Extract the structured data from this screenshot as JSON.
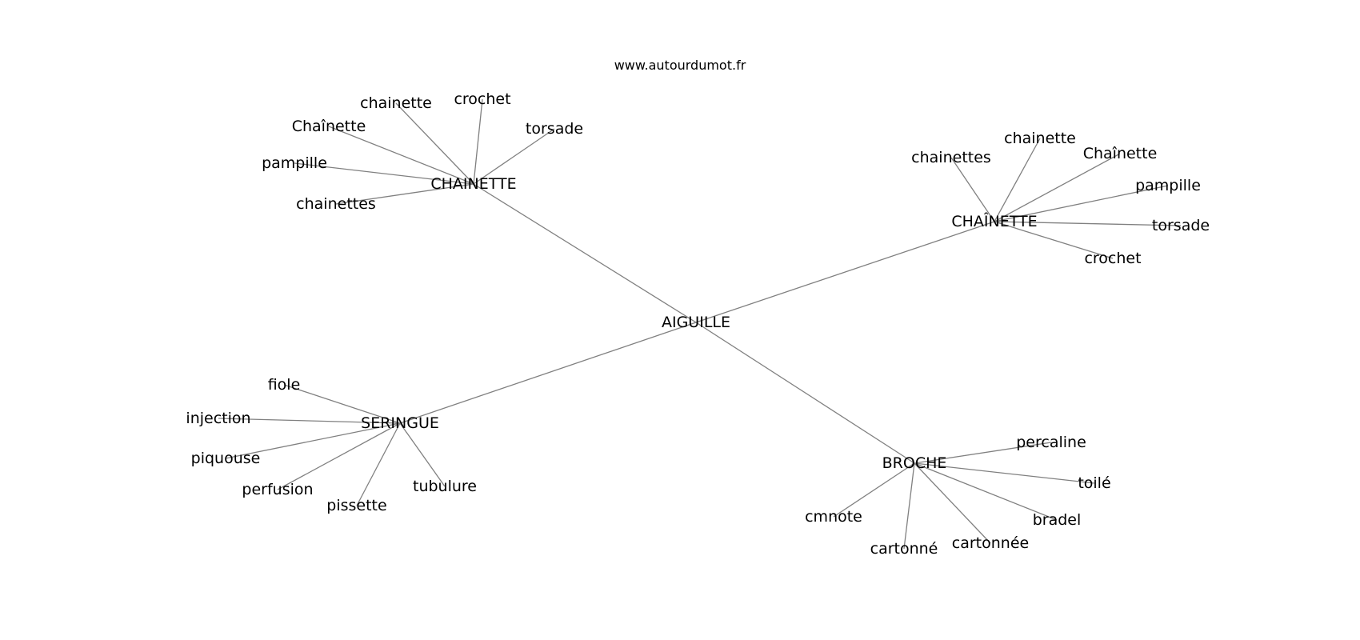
{
  "site_url": "www.autourdumot.fr",
  "graph": {
    "edge_color": "#808080",
    "root": "AIGUILLE",
    "clusters": [
      {
        "label": "CHAINETTE",
        "leaves": [
          "chainette",
          "crochet",
          "torsade",
          "Chaînette",
          "pampille",
          "chainettes"
        ]
      },
      {
        "label": "CHAÎNETTE",
        "leaves": [
          "chainettes",
          "chainette",
          "Chaînette",
          "pampille",
          "torsade",
          "crochet"
        ]
      },
      {
        "label": "SERINGUE",
        "leaves": [
          "fiole",
          "injection",
          "piquouse",
          "perfusion",
          "pissette",
          "tubulure"
        ]
      },
      {
        "label": "BROCHE",
        "leaves": [
          "percaline",
          "toilé",
          "bradel",
          "cartonnée",
          "cartonné",
          "cmnote"
        ]
      }
    ]
  }
}
